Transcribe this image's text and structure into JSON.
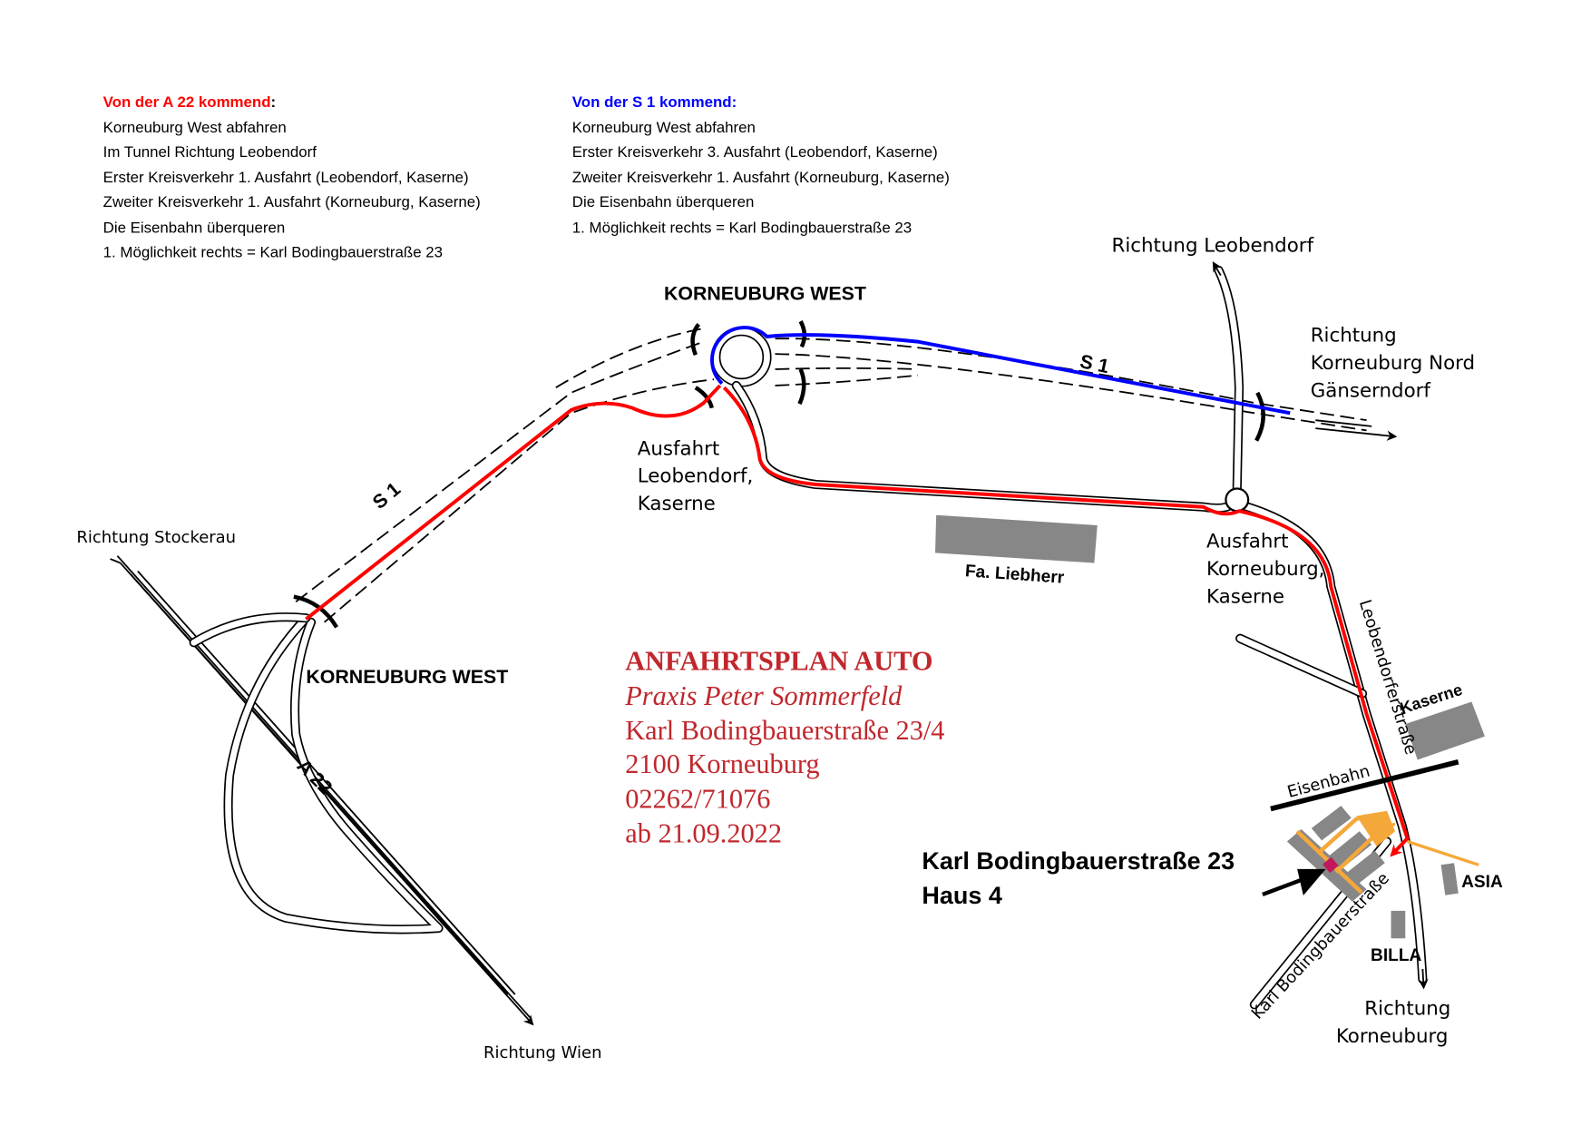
{
  "instructions_a22": {
    "heading": "Von der A 22 kommend",
    "colon": ":",
    "steps": [
      "Korneuburg West abfahren",
      "Im Tunnel Richtung Leobendorf",
      "Erster Kreisverkehr 1. Ausfahrt (Leobendorf, Kaserne)",
      "Zweiter Kreisverkehr 1. Ausfahrt (Korneuburg, Kaserne)",
      "Die Eisenbahn überqueren",
      "1. Möglichkeit rechts = Karl Bodingbauerstraße 23"
    ]
  },
  "instructions_s1": {
    "heading": "Von der S 1 kommend:",
    "steps": [
      "Korneuburg West abfahren",
      "Erster Kreisverkehr 3. Ausfahrt (Leobendorf, Kaserne)",
      "Zweiter Kreisverkehr 1. Ausfahrt (Korneuburg, Kaserne)",
      "Die Eisenbahn überqueren",
      "1. Möglichkeit rechts = Karl Bodingbauerstraße 23"
    ]
  },
  "labels": {
    "korneuburg_west_top": "KORNEUBURG WEST",
    "korneuburg_west_left": "KORNEUBURG WEST",
    "richtung_leobendorf": "Richtung Leobendorf",
    "richtung_nord": [
      "Richtung",
      "Korneuburg Nord",
      "Gänserndorf"
    ],
    "richtung_stockerau": "Richtung Stockerau",
    "richtung_wien": "Richtung Wien",
    "ausfahrt_leobendorf": [
      "Ausfahrt",
      "Leobendorf,",
      "Kaserne"
    ],
    "ausfahrt_korneuburg": [
      "Ausfahrt",
      "Korneuburg,",
      "Kaserne"
    ],
    "liebherr": "Fa. Liebherr",
    "leobendorferstrasse": "Leobendorferstraße",
    "kaserne": "Kaserne",
    "eisenbahn": "Eisenbahn",
    "asia": "ASIA",
    "billa": "BILLA",
    "richtung_korneuburg": [
      "Richtung",
      "Korneuburg"
    ],
    "karl_street": "Karl Bodingbauerstraße",
    "s1_a": "S 1",
    "s1_b": "S 1",
    "a22": "A 22",
    "destination": [
      "Karl Bodingbauerstraße 23",
      "Haus 4"
    ]
  },
  "title_block": {
    "title": "ANFAHRTSPLAN AUTO",
    "practice": "Praxis Peter Sommerfeld",
    "street": "Karl Bodingbauerstraße 23/4",
    "city": "2100 Korneuburg",
    "phone": "02262/71076",
    "valid_from": "ab 21.09.2022"
  },
  "colors": {
    "route_a22": "#ff0000",
    "route_s1": "#0000ff",
    "title": "#c0272d",
    "building": "#878787",
    "path": "#f5a83a",
    "target": "#c2185b"
  }
}
